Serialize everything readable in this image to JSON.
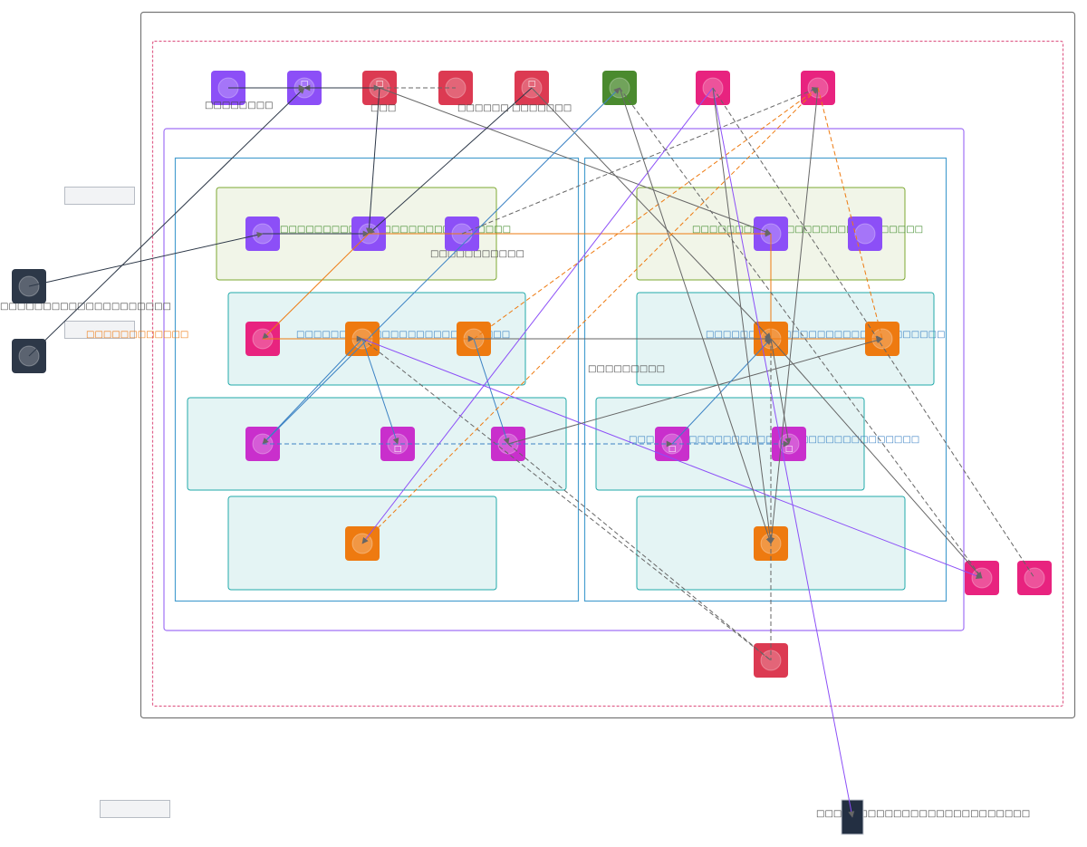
{
  "diagram": {
    "title": "Architecture diagram",
    "colors": {
      "purple": "#8c4ff7",
      "red": "#dc3a52",
      "green": "#4a8a2e",
      "pink": "#e8237f",
      "orange": "#ee7a10",
      "magenta": "#c92fcc",
      "dark": "#2d3848",
      "navy": "#232f42",
      "edge_gray": "#666666",
      "edge_blue": "#3b82c4",
      "edge_orange": "#ee7a10",
      "edge_purple": "#8c4ff7",
      "edge_dark": "#2d3848",
      "group_green_fill": "#f1f5e8",
      "group_green_stroke": "#7da832",
      "group_teal_fill": "#e4f4f4",
      "group_teal_stroke": "#22aaaa",
      "boundary_red": "#e0628c",
      "boundary_purple": "#a071f5",
      "boundary_blue": "#4a9fd0",
      "frame": "#777777"
    },
    "legend_boxes": [
      {
        "id": "legend-a",
        "text": ""
      },
      {
        "id": "legend-b",
        "text": ""
      },
      {
        "id": "legend-c",
        "text": ""
      }
    ],
    "labels": {
      "n1": "□□□□□□□□",
      "n3": "□□□",
      "n4": "□□□□□□",
      "n5": "□□□□□□□",
      "g1": "□□□□□□□□□□□□□□□□□□□□□□□□□□□",
      "g2": "□□□□□□□□□□□",
      "g3": "□□□□□□□□□□□□□□□□□□□□□□□□□□□",
      "g4": "□□□□□□□□□□□□□□□□□□□□□□□□□",
      "g5": "□□□□□□□□□□□□□□□□□□□□□□□□□□□□",
      "g6": "□□□□□□□□□□□□□□□□□□□□□□□□□□□□□□□□□□",
      "subnet": "□□□□□□□□□",
      "left1": "□□□□□□□□□□□□□□□□□□□□",
      "left2": "□□□□□□□□□□□□",
      "bottom": "□□□□□□□□□□□□□□□□□□□□□□□□□"
    },
    "nodes": [
      {
        "id": "n1",
        "color": "purple",
        "type": "service"
      },
      {
        "id": "n2",
        "color": "purple",
        "type": "service",
        "glyph": "□"
      },
      {
        "id": "n3",
        "color": "red",
        "type": "service",
        "glyph": "□"
      },
      {
        "id": "n4",
        "color": "red",
        "type": "service"
      },
      {
        "id": "n5",
        "color": "red",
        "type": "service",
        "glyph": "□"
      },
      {
        "id": "n6",
        "color": "green",
        "type": "service"
      },
      {
        "id": "n7",
        "color": "pink",
        "type": "service"
      },
      {
        "id": "n8",
        "color": "pink",
        "type": "service"
      },
      {
        "id": "a1",
        "color": "purple",
        "type": "service"
      },
      {
        "id": "a2",
        "color": "purple",
        "type": "service"
      },
      {
        "id": "a3",
        "color": "purple",
        "type": "service"
      },
      {
        "id": "a4",
        "color": "purple",
        "type": "service"
      },
      {
        "id": "a5",
        "color": "purple",
        "type": "service"
      },
      {
        "id": "b1",
        "color": "pink",
        "type": "service"
      },
      {
        "id": "b2",
        "color": "orange",
        "type": "service"
      },
      {
        "id": "b3",
        "color": "orange",
        "type": "service"
      },
      {
        "id": "b4",
        "color": "orange",
        "type": "service"
      },
      {
        "id": "b5",
        "color": "orange",
        "type": "service"
      },
      {
        "id": "c1",
        "color": "magenta",
        "type": "service"
      },
      {
        "id": "c2",
        "color": "magenta",
        "type": "service",
        "glyph": "□"
      },
      {
        "id": "c3",
        "color": "magenta",
        "type": "service"
      },
      {
        "id": "c4",
        "color": "magenta",
        "type": "service",
        "glyph": "□"
      },
      {
        "id": "c5",
        "color": "magenta",
        "type": "service",
        "glyph": "□"
      },
      {
        "id": "d1",
        "color": "orange",
        "type": "service"
      },
      {
        "id": "d2",
        "color": "orange",
        "type": "service"
      },
      {
        "id": "e1",
        "color": "red",
        "type": "service"
      },
      {
        "id": "p1",
        "color": "pink",
        "type": "service"
      },
      {
        "id": "p2",
        "color": "pink",
        "type": "service"
      },
      {
        "id": "u1",
        "color": "dark",
        "type": "user"
      },
      {
        "id": "u2",
        "color": "dark",
        "type": "user"
      },
      {
        "id": "x1",
        "color": "navy",
        "type": "external"
      }
    ],
    "edges": [
      {
        "from": "n1",
        "to": "n2",
        "color": "edge_dark",
        "dash": false,
        "arrow": true
      },
      {
        "from": "n3",
        "to": "n2",
        "color": "edge_dark",
        "dash": false,
        "arrow": true
      },
      {
        "from": "n2",
        "to": "n3",
        "color": "edge_dark",
        "dash": false,
        "arrow": true
      },
      {
        "from": "n3",
        "to": "n4",
        "color": "edge_gray",
        "dash": true,
        "arrow": false
      },
      {
        "from": "n3",
        "to": "a4",
        "color": "edge_gray",
        "dash": false,
        "arrow": true
      },
      {
        "from": "n3",
        "to": "a2",
        "color": "edge_dark",
        "dash": false,
        "arrow": true
      },
      {
        "from": "n5",
        "to": "a2",
        "color": "edge_dark",
        "dash": false,
        "arrow": true
      },
      {
        "from": "n5",
        "to": "b4",
        "color": "edge_gray",
        "dash": false,
        "arrow": true
      },
      {
        "from": "u1",
        "to": "a1",
        "color": "edge_dark",
        "dash": false,
        "arrow": true
      },
      {
        "from": "u2",
        "to": "n2",
        "color": "edge_dark",
        "dash": false,
        "arrow": true
      },
      {
        "from": "a1",
        "to": "a2",
        "color": "edge_dark",
        "dash": false,
        "arrow": true
      },
      {
        "from": "a2",
        "to": "a4",
        "color": "edge_orange",
        "dash": false,
        "arrow": true
      },
      {
        "from": "a4",
        "to": "b4",
        "color": "edge_orange",
        "dash": false,
        "arrow": false
      },
      {
        "from": "a2",
        "to": "b1",
        "color": "edge_orange",
        "dash": false,
        "arrow": true
      },
      {
        "from": "a3",
        "to": "n8",
        "color": "edge_gray",
        "dash": true,
        "arrow": true
      },
      {
        "from": "c1",
        "to": "n6",
        "color": "edge_blue",
        "dash": false,
        "arrow": true
      },
      {
        "from": "b1",
        "to": "b2",
        "color": "edge_orange",
        "dash": false,
        "arrow": true
      },
      {
        "from": "b2",
        "to": "b3",
        "color": "edge_orange",
        "dash": false,
        "arrow": true
      },
      {
        "from": "b3",
        "to": "b4",
        "color": "edge_gray",
        "dash": false,
        "arrow": true
      },
      {
        "from": "b4",
        "to": "b5",
        "color": "edge_orange",
        "dash": false,
        "arrow": true
      },
      {
        "from": "b2",
        "to": "c1",
        "color": "edge_blue",
        "dash": false,
        "arrow": true
      },
      {
        "from": "b2",
        "to": "c2",
        "color": "edge_blue",
        "dash": false,
        "arrow": true
      },
      {
        "from": "b3",
        "to": "c3",
        "color": "edge_blue",
        "dash": false,
        "arrow": true
      },
      {
        "from": "b2",
        "to": "p1",
        "color": "edge_purple",
        "dash": false,
        "arrow": true
      },
      {
        "from": "b2",
        "to": "e1",
        "color": "edge_gray",
        "dash": true,
        "arrow": false
      },
      {
        "from": "b3",
        "to": "n8",
        "color": "edge_orange",
        "dash": true,
        "arrow": true
      },
      {
        "from": "c1",
        "to": "c4",
        "color": "edge_blue",
        "dash": true,
        "arrow": true
      },
      {
        "from": "c3",
        "to": "b5",
        "color": "edge_gray",
        "dash": false,
        "arrow": true
      },
      {
        "from": "c4",
        "to": "b4",
        "color": "edge_blue",
        "dash": false,
        "arrow": true
      },
      {
        "from": "c4",
        "to": "c5",
        "color": "edge_blue",
        "dash": true,
        "arrow": true
      },
      {
        "from": "b4",
        "to": "c5",
        "color": "edge_gray",
        "dash": false,
        "arrow": true
      },
      {
        "from": "d1",
        "to": "n8",
        "color": "edge_orange",
        "dash": true,
        "arrow": true
      },
      {
        "from": "n7",
        "to": "d1",
        "color": "edge_purple",
        "dash": false,
        "arrow": true
      },
      {
        "from": "n7",
        "to": "x1",
        "color": "edge_purple",
        "dash": false,
        "arrow": true
      },
      {
        "from": "n7",
        "to": "d2",
        "color": "edge_gray",
        "dash": false,
        "arrow": true
      },
      {
        "from": "n6",
        "to": "d2",
        "color": "edge_gray",
        "dash": false,
        "arrow": true
      },
      {
        "from": "n6",
        "to": "p1",
        "color": "edge_gray",
        "dash": true,
        "arrow": false
      },
      {
        "from": "n7",
        "to": "p2",
        "color": "edge_gray",
        "dash": true,
        "arrow": false
      },
      {
        "from": "b4",
        "to": "p1",
        "color": "edge_gray",
        "dash": false,
        "arrow": true
      },
      {
        "from": "n8",
        "to": "d2",
        "color": "edge_gray",
        "dash": false,
        "arrow": true
      },
      {
        "from": "n8",
        "to": "b5",
        "color": "edge_orange",
        "dash": true,
        "arrow": false
      },
      {
        "from": "b4",
        "to": "e1",
        "color": "edge_gray",
        "dash": true,
        "arrow": false
      },
      {
        "from": "c3",
        "to": "e1",
        "color": "edge_gray",
        "dash": true,
        "arrow": false
      }
    ]
  }
}
